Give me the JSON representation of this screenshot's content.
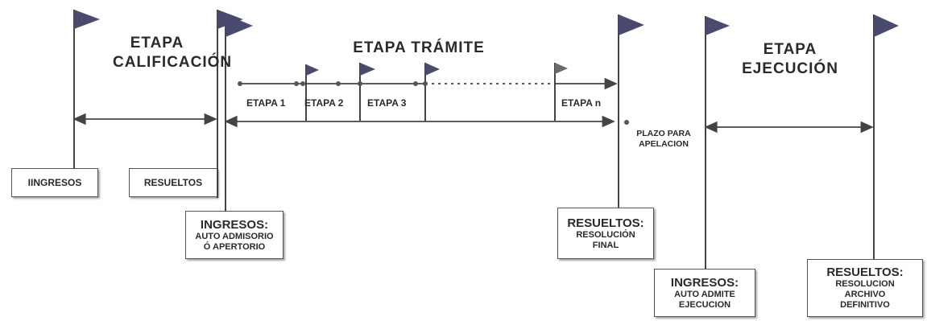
{
  "stages": {
    "calificacion": {
      "title_line1": "ETAPA",
      "title_line2": "CALIFICACIÓN"
    },
    "tramite": {
      "title": "ETAPA TRÁMITE"
    },
    "ejecucion": {
      "title_line1": "ETAPA",
      "title_line2": "EJECUCIÓN"
    }
  },
  "substages": [
    "ETAPA 1",
    "ETAPA 2",
    "ETAPA 3",
    "ETAPA n"
  ],
  "plazo": {
    "line1": "PLAZO PARA",
    "line2": "APELACION"
  },
  "boxes": {
    "ingresos_simple": "IINGRESOS",
    "resueltos_simple": "RESUELTOS",
    "ingresos_auto": {
      "head": "INGRESOS:",
      "line1": "AUTO ADMISORIO",
      "line2": "Ó APERTORIO"
    },
    "resueltos_resolucion": {
      "head": "RESUELTOS:",
      "line1": "RESOLUCIÓN",
      "line2": "FINAL"
    },
    "ingresos_ejecucion": {
      "head": "INGRESOS:",
      "line1": "AUTO ADMITE",
      "line2": "EJECUCION"
    },
    "resueltos_archivo": {
      "head": "RESUELTOS:",
      "line1": "RESOLUCION",
      "line2": "ARCHIVO",
      "line3": "DEFINITIVO"
    }
  },
  "colors": {
    "flag": "#4a4a6e",
    "line": "#444444",
    "text": "#2a2a2a"
  }
}
